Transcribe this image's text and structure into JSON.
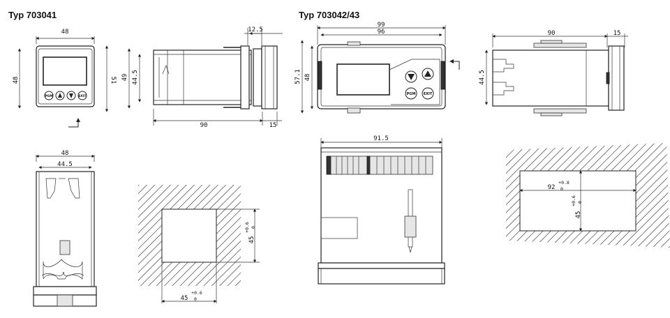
{
  "titles": {
    "type_a": "Typ 703041",
    "type_b": "Typ 703042/43"
  },
  "front_a": {
    "width": "48",
    "height": "48",
    "depth_total": "51",
    "buttons": [
      "PGM",
      "",
      "",
      "EXIT"
    ]
  },
  "side_a": {
    "panel_thickness": "12.5",
    "height_outer": "49",
    "height_inner": "44.5",
    "depth": "90",
    "front_depth": "15"
  },
  "front_b": {
    "width_outer": "99",
    "width_inner": "96",
    "height_outer": "57.1",
    "height_inner": "48",
    "buttons": [
      "PGM",
      "EXIT"
    ]
  },
  "side_b": {
    "depth": "90",
    "front_depth": "15",
    "height": "44.5"
  },
  "top_a": {
    "width_outer": "48",
    "width_inner": "44.5"
  },
  "cutout_a": {
    "height": "45",
    "height_tol": "+0.6",
    "height_tol_low": "0",
    "width": "45",
    "width_tol": "+0.6",
    "width_tol_low": "0"
  },
  "top_b": {
    "width": "91.5"
  },
  "cutout_b": {
    "width": "92",
    "width_tol": "+0.8",
    "width_tol_low": "0",
    "height": "45",
    "height_tol": "+0.6",
    "height_tol_low": "0"
  },
  "colors": {
    "line": "#222222",
    "hatch": "#333333",
    "fill": "#e6e6e6"
  }
}
